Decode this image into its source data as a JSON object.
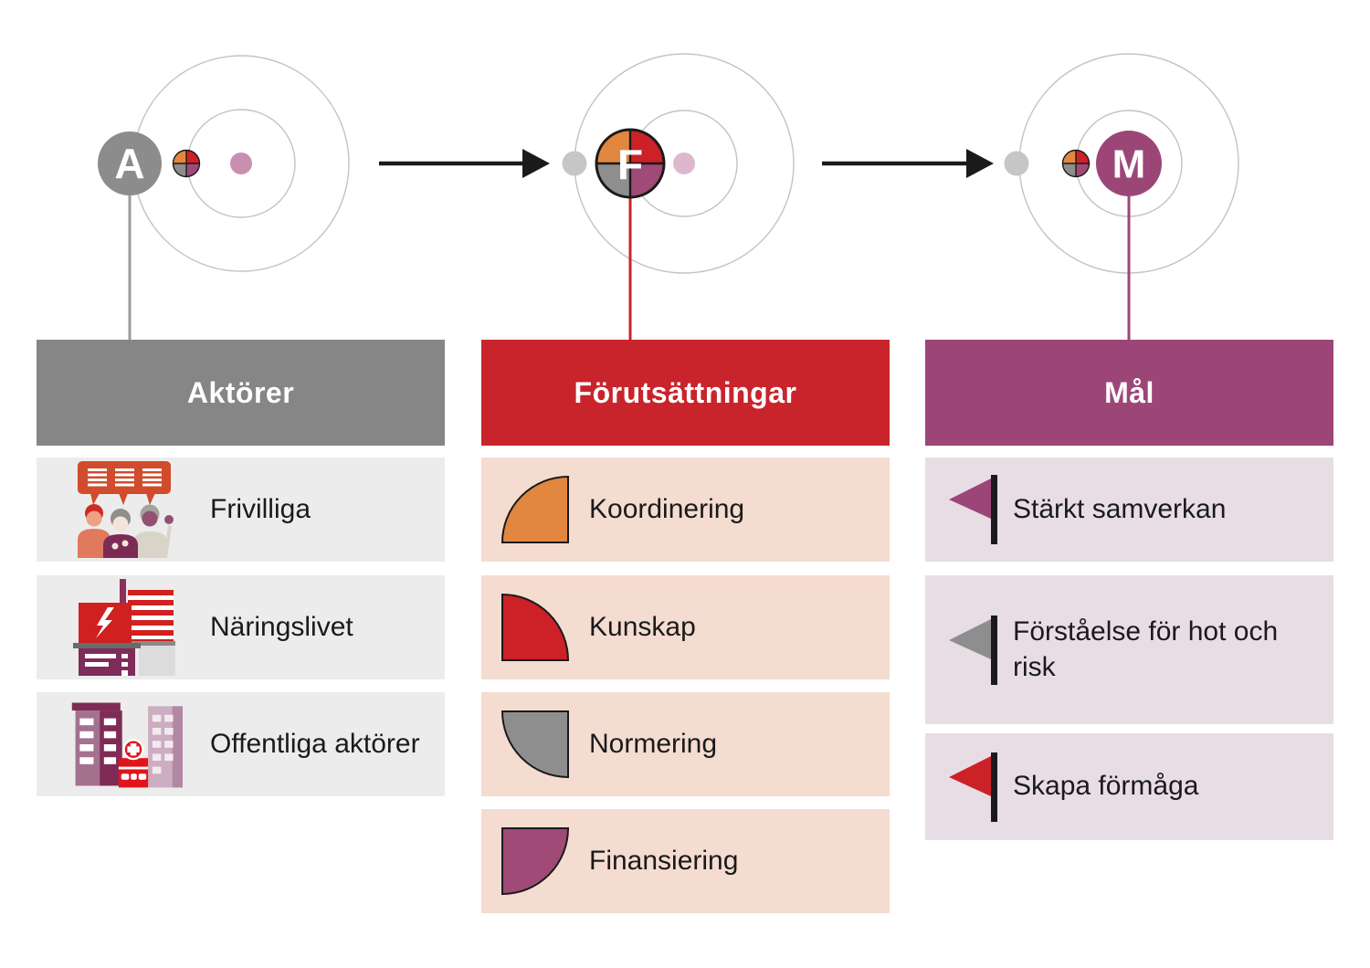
{
  "orbital_flow": {
    "nodes": [
      {
        "letter": "A",
        "position": "outer-orbit"
      },
      {
        "letter": "F",
        "position": "inner-orbit"
      },
      {
        "letter": "M",
        "position": "center"
      }
    ]
  },
  "columns": [
    {
      "title": "Aktörer",
      "theme_color": "#868686",
      "row_bg": "#ececec",
      "items": [
        {
          "label": "Frivilliga",
          "icon": "volunteers-icon"
        },
        {
          "label": "Näringslivet",
          "icon": "business-buildings-icon"
        },
        {
          "label": "Offentliga aktörer",
          "icon": "public-buildings-icon"
        }
      ]
    },
    {
      "title": "Förutsättningar",
      "theme_color": "#c9242b",
      "row_bg": "#f5dcd0",
      "items": [
        {
          "label": "Koordinering",
          "icon": "quarter-circle-orange-icon",
          "color": "#e2873f"
        },
        {
          "label": "Kunskap",
          "icon": "quarter-circle-red-icon",
          "color": "#cb2127"
        },
        {
          "label": "Normering",
          "icon": "quarter-circle-gray-icon",
          "color": "#8e8e8e"
        },
        {
          "label": "Finansiering",
          "icon": "quarter-circle-purple-icon",
          "color": "#a04a78"
        }
      ]
    },
    {
      "title": "Mål",
      "theme_color": "#9c4677",
      "row_bg": "#e8dde5",
      "items": [
        {
          "label": "Stärkt samverkan",
          "icon": "flag-purple-icon",
          "color": "#9c4677"
        },
        {
          "label": "Förståelse för hot och risk",
          "icon": "flag-gray-icon",
          "color": "#8e8e8e"
        },
        {
          "label": "Skapa förmåga",
          "icon": "flag-red-icon",
          "color": "#cb2127"
        }
      ]
    }
  ],
  "colors": {
    "orange_quadrant": "#e2873f",
    "red_quadrant": "#cb2127",
    "gray_quadrant": "#8e8e8e",
    "purple_quadrant": "#a04a78",
    "pink_center_dot": "#c88fb0",
    "pale_pink_center_dot": "#deb7cd",
    "gray_orbit_dot": "#c6c6c6",
    "orbit_stroke": "#c3c3c3",
    "arrow_black": "#1a1a1a",
    "connector_gray": "#9b9b9b",
    "connector_red": "#c9242b",
    "connector_purple": "#9c4677"
  }
}
